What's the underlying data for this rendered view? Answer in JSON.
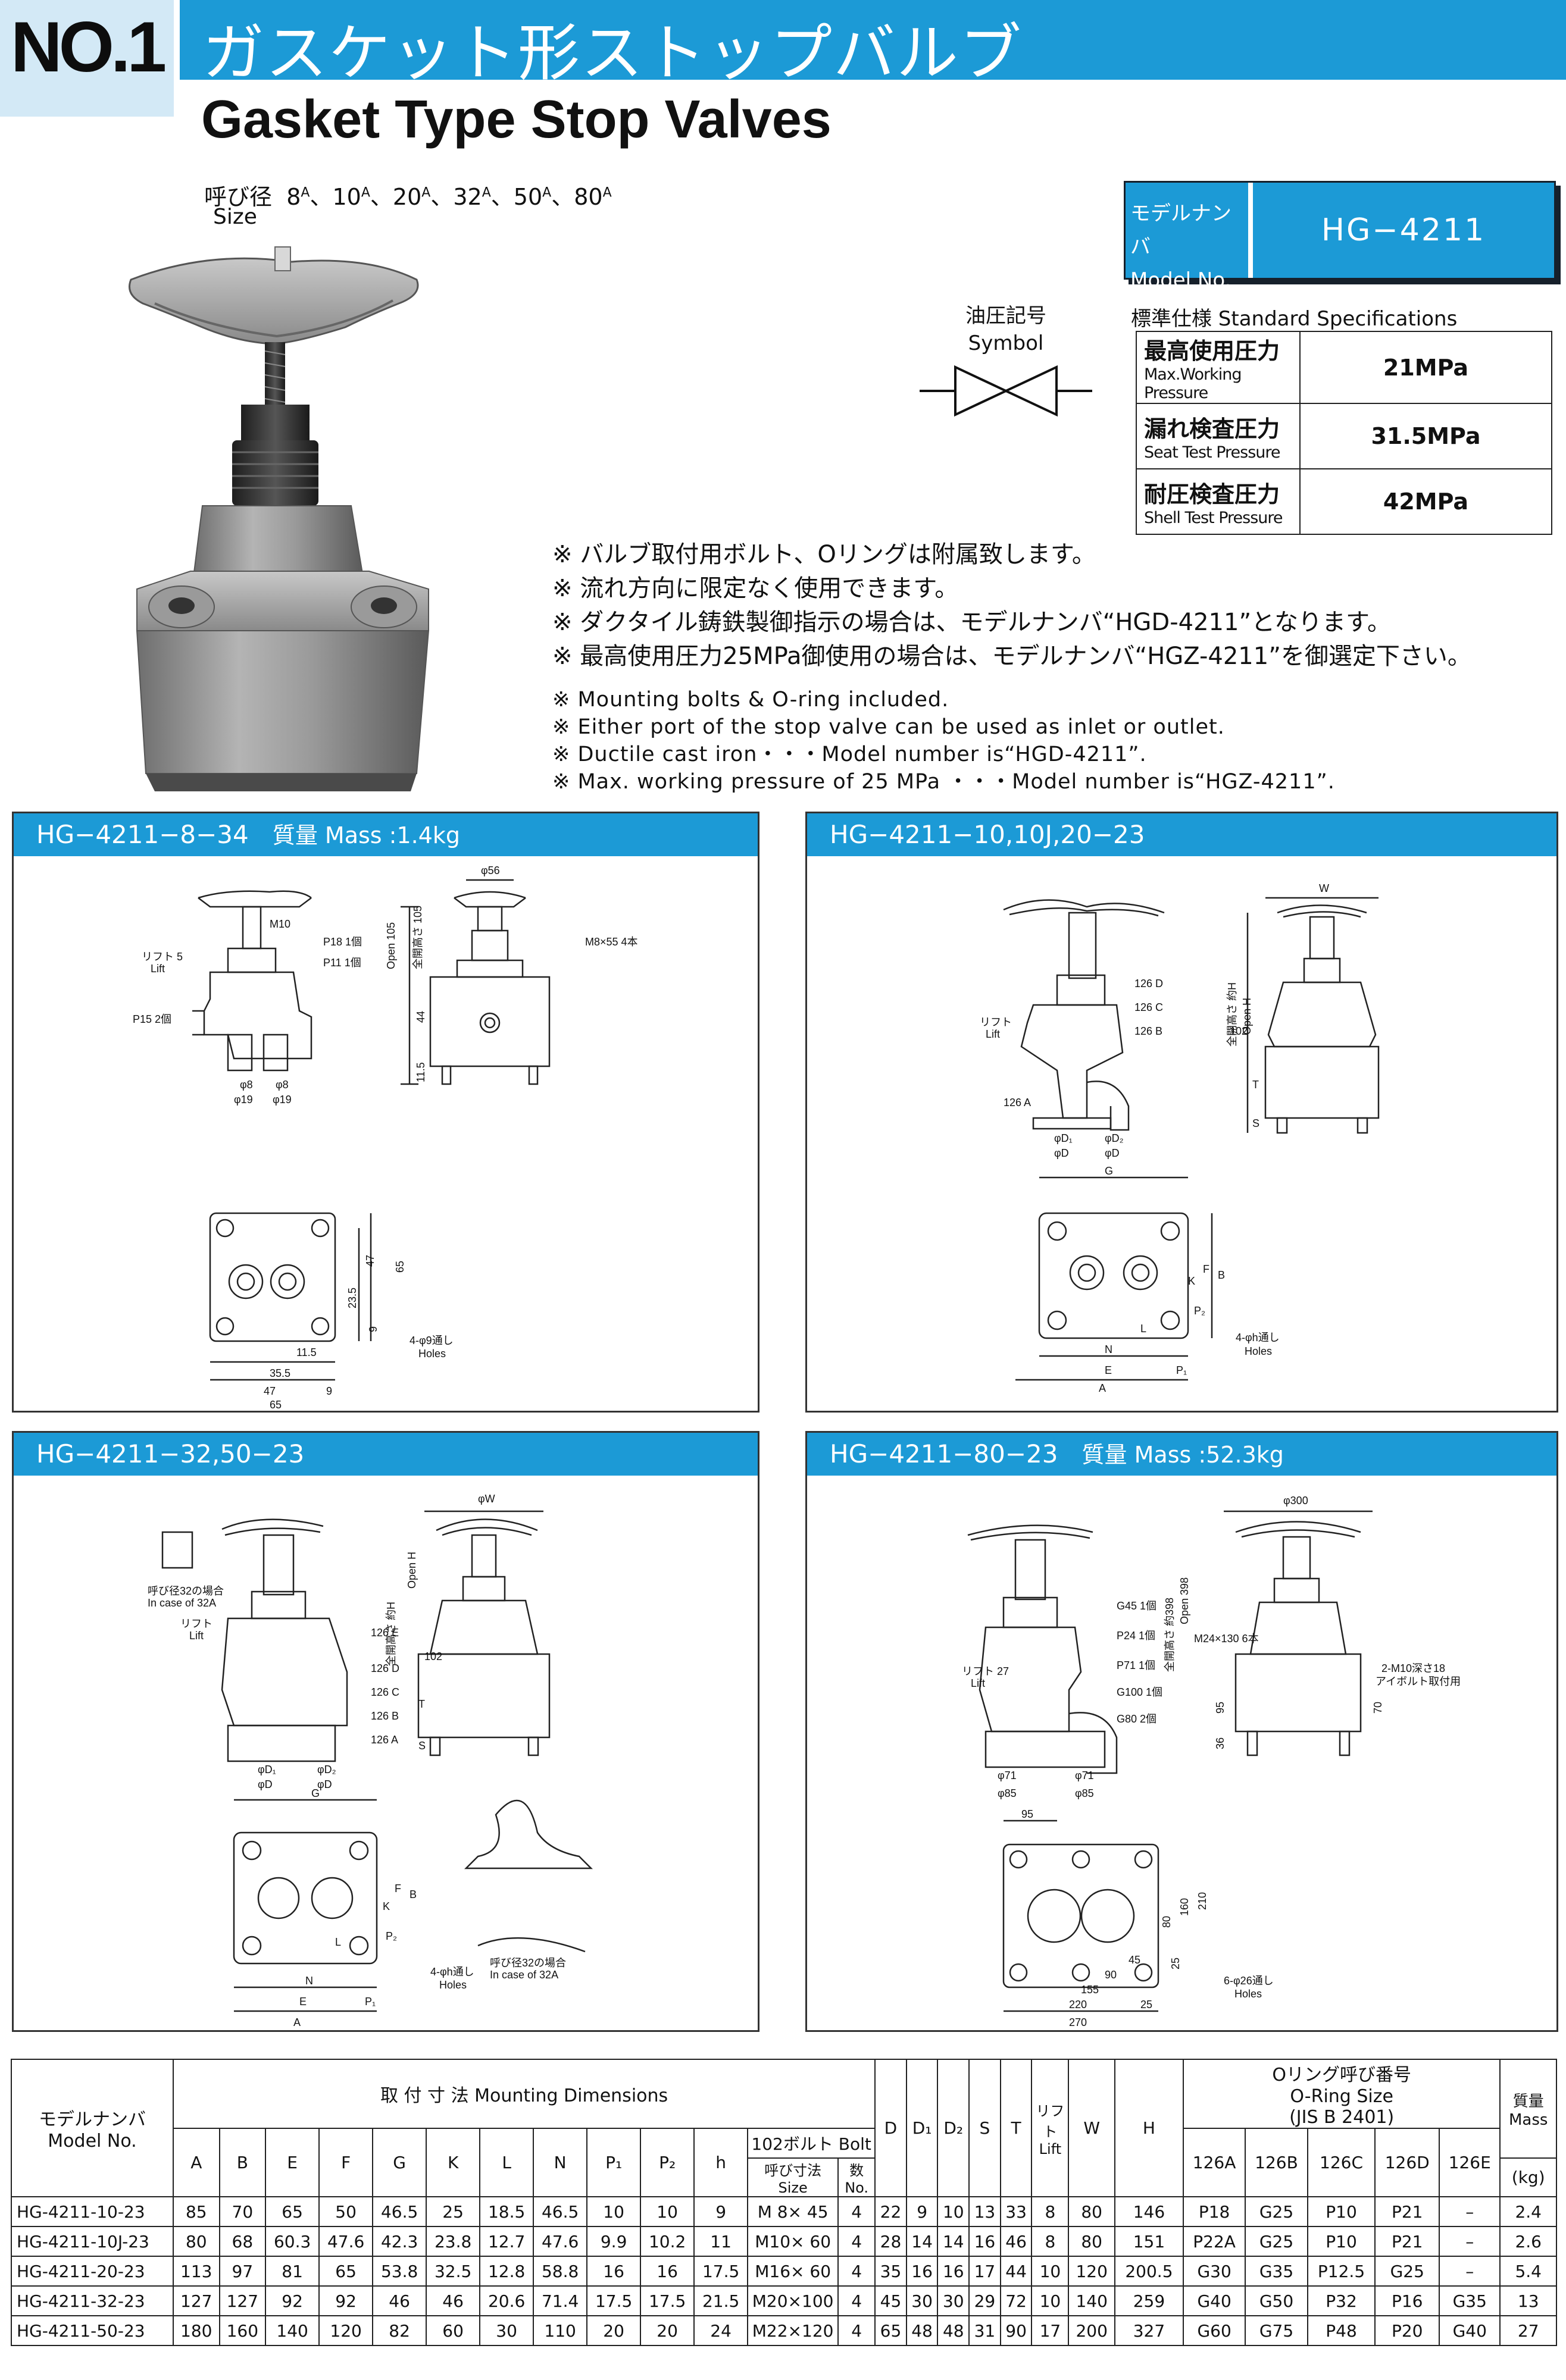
{
  "header": {
    "no_badge": "NO.1",
    "jp_title": "ガスケット形ストップバルブ",
    "en_title": "Gasket Type Stop Valves"
  },
  "size": {
    "jp_label": "呼び径",
    "values": [
      {
        "n": "8",
        "s": "A"
      },
      {
        "n": "10",
        "s": "A"
      },
      {
        "n": "20",
        "s": "A"
      },
      {
        "n": "32",
        "s": "A"
      },
      {
        "n": "50",
        "s": "A"
      },
      {
        "n": "80",
        "s": "A"
      }
    ],
    "en_label": "Size"
  },
  "symbol": {
    "jp": "油圧記号",
    "en": "Symbol"
  },
  "model": {
    "label_jp": "モデルナンバ",
    "label_en": "Model No.",
    "value": "HG−4211"
  },
  "std_spec": {
    "title": "標準仕様 Standard Specifications",
    "rows": [
      {
        "jp": "最高使用圧力",
        "en": "Max.Working Pressure",
        "value": "21MPa"
      },
      {
        "jp": "漏れ検査圧力",
        "en": "Seat Test Pressure",
        "value": "31.5MPa"
      },
      {
        "jp": "耐圧検査圧力",
        "en": "Shell Test Pressure",
        "value": "42MPa"
      }
    ]
  },
  "notes_jp": [
    "※ バルブ取付用ボルト、Oリングは附属致します。",
    "※ 流れ方向に限定なく使用できます。",
    "※ ダクタイル鋳鉄製御指示の場合は、モデルナンバ“HGD-4211”となります。",
    "※ 最高使用圧力25MPa御使用の場合は、モデルナンバ“HGZ-4211”を御選定下さい。"
  ],
  "notes_en": [
    "※ Mounting bolts & O-ring included.",
    "※ Either port of the stop valve can be used as inlet or outlet.",
    "※ Ductile cast iron・・・Model number is“HGD-4211”.",
    "※ Max. working pressure of 25 MPa ・・・Model number is“HGZ-4211”."
  ],
  "panels": [
    {
      "title": "HG−4211−8−34",
      "mass": "質量 Mass :1.4kg",
      "labels": {
        "phi56": "φ56",
        "m10": "M10",
        "p18": "P18 1個",
        "p11": "P11 1個",
        "lift": "リフト 5",
        "lift_en": "Lift",
        "p15": "P15 2個",
        "m8": "M8×55 4本",
        "open": "Open 105",
        "zenkai": "全開高さ 105",
        "d44": "44",
        "d115": "11.5",
        "phi8a": "φ8",
        "phi8b": "φ8",
        "phi19a": "φ19",
        "phi19b": "φ19",
        "d47v": "47",
        "d65v": "65",
        "d235": "23.5",
        "d9v": "9",
        "d115h": "11.5",
        "d355": "35.5",
        "d47h": "47",
        "d9h": "9",
        "d65h": "65",
        "holes": "4-φ9通し",
        "holes_en": "Holes"
      }
    },
    {
      "title": "HG−4211−10,10J,20−23",
      "mass": "",
      "labels": {
        "w": "W",
        "lift": "リフト",
        "lift_en": "Lift",
        "open": "全開高さ 約H",
        "openh": "Open H",
        "b126d": "126 D",
        "b126c": "126 C",
        "b126b": "126 B",
        "b126a": "126 A",
        "b102": "102",
        "t": "T",
        "s": "S",
        "pd1": "φD₁",
        "pd2": "φD₂",
        "pda": "φD",
        "pdb": "φD",
        "g": "G",
        "b": "B",
        "f": "F",
        "k": "K",
        "p2": "P₂",
        "l": "L",
        "n": "N",
        "e": "E",
        "p1": "P₁",
        "a": "A",
        "holes": "4-φh通し",
        "holes_en": "Holes"
      }
    },
    {
      "title": "HG−4211−32,50−23",
      "mass": "",
      "labels": {
        "pw": "φW",
        "openh": "Open H",
        "open": "全開高さ 約H",
        "c32": "呼び径32の場合",
        "c32en": "In case of 32A",
        "lift": "リフト",
        "lift_en": "Lift",
        "b126e": "126 E",
        "b126d": "126 D",
        "b126c": "126 C",
        "b126b": "126 B",
        "b126a": "126 A",
        "b102": "102",
        "t": "T",
        "s": "S",
        "pd1": "φD₁",
        "pd2": "φD₂",
        "pda": "φD",
        "pdb": "φD",
        "g": "G",
        "b": "B",
        "f": "F",
        "k": "K",
        "p2": "P₂",
        "l": "L",
        "n": "N",
        "e": "E",
        "p1": "P₁",
        "a": "A",
        "holes": "4-φh通し",
        "holes_en": "Holes",
        "c32b": "呼び径32の場合",
        "c32ben": "In case of 32A"
      }
    },
    {
      "title": "HG−4211−80−23",
      "mass": "質量 Mass :52.3kg",
      "labels": {
        "phi300": "φ300",
        "open": "全開高さ 約398",
        "openen": "Open 398",
        "g45": "G45 1個",
        "p24": "P24 1個",
        "m24": "M24×130 6本",
        "p71": "P71 1個",
        "g100": "G100 1個",
        "g80": "G80 2個",
        "lift": "リフト 27",
        "lift_en": "Lift",
        "m10": "2-M10深さ18",
        "eyebolt": "アイボルト取付用",
        "d95v": "95",
        "d36": "36",
        "d70": "70",
        "pd71a": "φ71",
        "pd71b": "φ71",
        "pd85a": "φ85",
        "pd85b": "φ85",
        "d95h": "95",
        "d80": "80",
        "d160": "160",
        "d210": "210",
        "d25v": "25",
        "d45": "45",
        "d90": "90",
        "d155": "155",
        "d220": "220",
        "d25h": "25",
        "d270": "270",
        "holes": "6-φ26通し",
        "holes_en": "Holes"
      }
    }
  ],
  "dim_table": {
    "model_jp": "モデルナンバ",
    "model_en": "Model No.",
    "mount_title": "取 付 寸 法 Mounting Dimensions",
    "cols_mount": [
      "A",
      "B",
      "E",
      "F",
      "G",
      "K",
      "L",
      "N",
      "P₁",
      "P₂",
      "h"
    ],
    "bolt_title": "102ボルト Bolt",
    "bolt_size": "呼び寸法 Size",
    "bolt_qty": "数 No.",
    "cols_mid": [
      "D",
      "D₁",
      "D₂",
      "S",
      "T"
    ],
    "lift_jp": "リフト",
    "lift_en": "Lift",
    "cols_wh": [
      "W",
      "H"
    ],
    "oring_title": "Oリング呼び番号",
    "oring_en": "O-Ring Size",
    "oring_jis": "(JIS B 2401)",
    "cols_oring": [
      "126A",
      "126B",
      "126C",
      "126D",
      "126E"
    ],
    "mass_jp": "質量",
    "mass_en": "Mass",
    "mass_unit": "(kg)",
    "rows": [
      [
        "HG-4211-10-23",
        "85",
        "70",
        "65",
        "50",
        "46.5",
        "25",
        "18.5",
        "46.5",
        "10",
        "10",
        "9",
        "M 8× 45",
        "4",
        "22",
        "9",
        "10",
        "13",
        "33",
        "8",
        "80",
        "146",
        "P18",
        "G25",
        "P10",
        "P21",
        "–",
        "2.4"
      ],
      [
        "HG-4211-10J-23",
        "80",
        "68",
        "60.3",
        "47.6",
        "42.3",
        "23.8",
        "12.7",
        "47.6",
        "9.9",
        "10.2",
        "11",
        "M10× 60",
        "4",
        "28",
        "14",
        "14",
        "16",
        "46",
        "8",
        "80",
        "151",
        "P22A",
        "G25",
        "P10",
        "P21",
        "–",
        "2.6"
      ],
      [
        "HG-4211-20-23",
        "113",
        "97",
        "81",
        "65",
        "53.8",
        "32.5",
        "12.8",
        "58.8",
        "16",
        "16",
        "17.5",
        "M16× 60",
        "4",
        "35",
        "16",
        "16",
        "17",
        "44",
        "10",
        "120",
        "200.5",
        "G30",
        "G35",
        "P12.5",
        "G25",
        "–",
        "5.4"
      ],
      [
        "HG-4211-32-23",
        "127",
        "127",
        "92",
        "92",
        "46",
        "46",
        "20.6",
        "71.4",
        "17.5",
        "17.5",
        "21.5",
        "M20×100",
        "4",
        "45",
        "30",
        "30",
        "29",
        "72",
        "10",
        "140",
        "259",
        "G40",
        "G50",
        "P32",
        "P16",
        "G35",
        "13"
      ],
      [
        "HG-4211-50-23",
        "180",
        "160",
        "140",
        "120",
        "82",
        "60",
        "30",
        "110",
        "20",
        "20",
        "24",
        "M22×120",
        "4",
        "65",
        "48",
        "48",
        "31",
        "90",
        "17",
        "200",
        "327",
        "G60",
        "G75",
        "P48",
        "P20",
        "G40",
        "27"
      ]
    ]
  }
}
